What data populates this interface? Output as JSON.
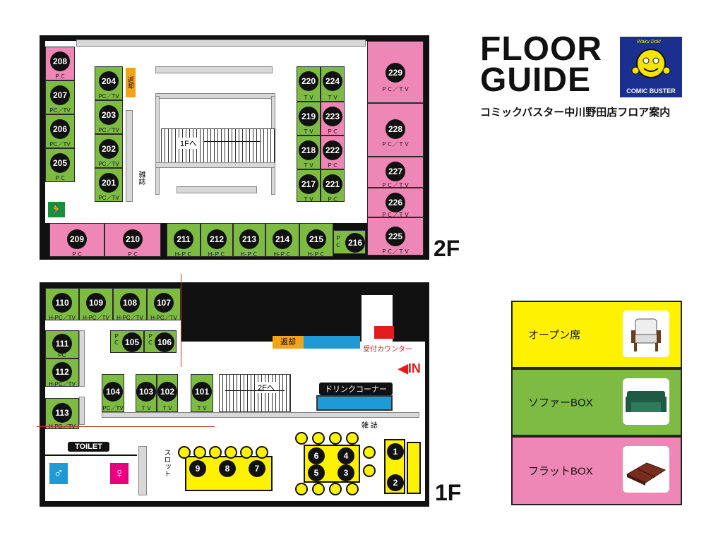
{
  "header": {
    "title_line1": "FLOOR",
    "title_line2": "GUIDE",
    "subtitle": "コミックバスター中川野田店フロア案内",
    "logo_text": "COMIC BUSTER",
    "logo_small": "Waku Doki"
  },
  "floors": {
    "second": "2F",
    "first": "1F"
  },
  "f2": {
    "left_col": [
      {
        "num": "208",
        "sub": "ＰＣ",
        "color": "pink"
      },
      {
        "num": "207",
        "sub": "PC／TV",
        "color": "green"
      },
      {
        "num": "206",
        "sub": "PC／TV",
        "color": "green"
      },
      {
        "num": "205",
        "sub": "ＰＣ",
        "color": "green"
      }
    ],
    "inner_col": [
      {
        "num": "204",
        "sub": "PC／TV"
      },
      {
        "num": "203",
        "sub": "PC／TV"
      },
      {
        "num": "202",
        "sub": "PC／TV"
      },
      {
        "num": "201",
        "sub": "PC／TV"
      }
    ],
    "return_label": "返却",
    "magazine_label": "雑誌",
    "stairs_label": "1Fへ",
    "bottom_row": [
      {
        "num": "209",
        "sub": "ＰＣ",
        "color": "pink"
      },
      {
        "num": "210",
        "sub": "ＰＣ",
        "color": "pink"
      },
      {
        "num": "211",
        "sub": "H-ＰＣ",
        "color": "green"
      },
      {
        "num": "212",
        "sub": "H-ＰＣ",
        "color": "green"
      },
      {
        "num": "213",
        "sub": "H-ＰＣ",
        "color": "green"
      },
      {
        "num": "214",
        "sub": "H-ＰＣ",
        "color": "green"
      },
      {
        "num": "215",
        "sub": "H-ＰＣ",
        "color": "green"
      }
    ],
    "b216": {
      "num": "216",
      "sub": "ＰＣ"
    },
    "center_left": [
      {
        "num": "220",
        "sub": "ＴＶ",
        "color": "green"
      },
      {
        "num": "219",
        "sub": "ＴＶ",
        "color": "green"
      },
      {
        "num": "218",
        "sub": "ＴＶ",
        "color": "green"
      },
      {
        "num": "217",
        "sub": "ＴＶ",
        "color": "green"
      }
    ],
    "center_right": [
      {
        "num": "224",
        "sub": "ＴＶ",
        "color": "green"
      },
      {
        "num": "223",
        "sub": "ＰＣ",
        "color": "pink"
      },
      {
        "num": "222",
        "sub": "ＰＣ",
        "color": "pink"
      },
      {
        "num": "221",
        "sub": "ＰＣ",
        "color": "green"
      }
    ],
    "right_col": [
      {
        "num": "229",
        "sub": "ＰＣ／ＴＶ"
      },
      {
        "num": "228",
        "sub": "ＰＣ／ＴＶ"
      },
      {
        "num": "227",
        "sub": "ＰＣ／ＴＶ"
      },
      {
        "num": "226",
        "sub": "ＰＣ／ＴＶ"
      },
      {
        "num": "225",
        "sub": "ＰＣ／ＴＶ"
      }
    ]
  },
  "f1": {
    "top_row": [
      {
        "num": "110",
        "sub": "H-PC／TV"
      },
      {
        "num": "109",
        "sub": "H-PC／TV"
      },
      {
        "num": "108",
        "sub": "H-PC／TV"
      },
      {
        "num": "107",
        "sub": "H-PC／TV"
      }
    ],
    "left_col": [
      {
        "num": "111",
        "sub": "PC"
      },
      {
        "num": "112",
        "sub": "H-PC／TV"
      },
      {
        "num": "113",
        "sub": "H-PC／TV"
      }
    ],
    "b105": {
      "num": "105",
      "sub": "ＰＣ"
    },
    "b106": {
      "num": "106",
      "sub": "ＰＣ"
    },
    "mid_row": [
      {
        "num": "104",
        "sub": "PC／TV"
      },
      {
        "num": "103",
        "sub": "ＴＶ"
      },
      {
        "num": "102",
        "sub": "ＴＶ"
      },
      {
        "num": "101",
        "sub": "ＴＶ"
      }
    ],
    "return_label": "返却",
    "reception_label": "受付カウンター",
    "in_label": "◀IN",
    "stairs_label": "2Fへ",
    "drink_label": "ドリンクコーナー",
    "magazine_label": "雑 誌",
    "toilet_label": "TOILET",
    "slot_label": "スロット",
    "slots_left": [
      "9",
      "8",
      "7"
    ],
    "slots_right": [
      "6",
      "4",
      "5",
      "3"
    ],
    "slots_far": [
      "1",
      "2"
    ]
  },
  "legend": [
    {
      "label": "オープン席",
      "color": "#fff200",
      "image": "armchair-icon"
    },
    {
      "label": "ソファーBOX",
      "color": "#7dbb43",
      "image": "sofa-icon"
    },
    {
      "label": "フラットBOX",
      "color": "#ef87b6",
      "image": "flat-mat-icon"
    }
  ]
}
